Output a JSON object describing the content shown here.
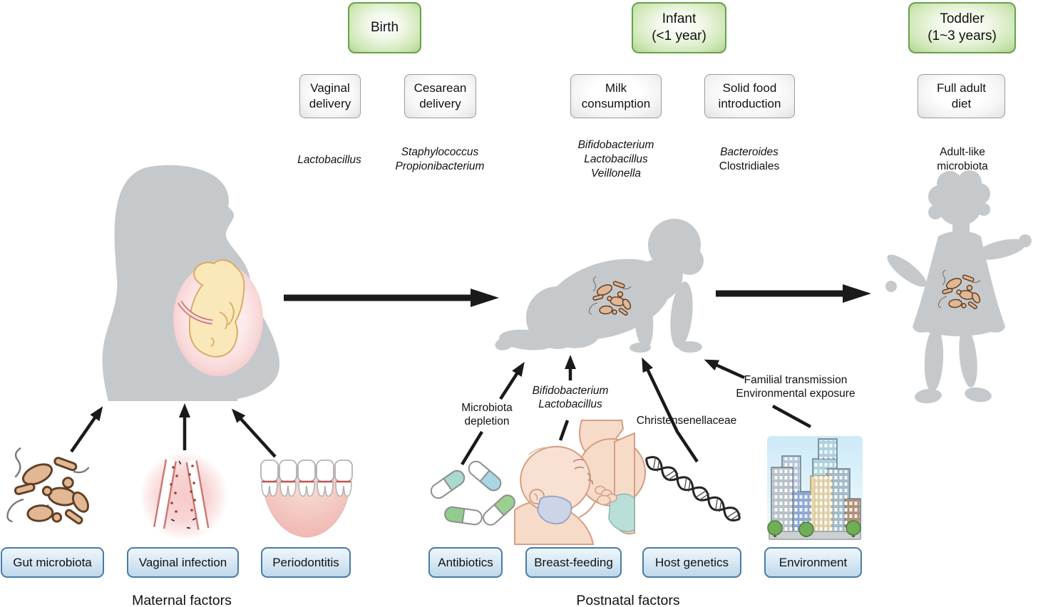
{
  "figure": {
    "stages": {
      "birth": "Birth",
      "infant": "Infant\n(<1 year)",
      "toddler": "Toddler\n(1~3 years)"
    },
    "events": {
      "vaginal_delivery": "Vaginal\ndelivery",
      "cesarean_delivery": "Cesarean\ndelivery",
      "milk_consumption": "Milk\nconsumption",
      "solid_food_introduction": "Solid food\nintroduction",
      "full_adult_diet": "Full adult\ndiet"
    },
    "microbiota_labels": {
      "vaginal_delivery": "Lactobacillus",
      "cesarean_delivery": "Staphylococcus\nPropionibacterium",
      "milk_consumption": "Bifidobacterium\nLactobacillus\nVeillonella",
      "solid_food_italic": "Bacteroides",
      "solid_food_plain": "Clostridiales",
      "toddler": "Adult-like\nmicrobiota"
    },
    "maternal": {
      "caption": "Maternal factors",
      "factors": [
        {
          "label": "Gut microbiota",
          "icon": "gut-microbiota-bacteria"
        },
        {
          "label": "Vaginal infection",
          "icon": "vaginal-infection"
        },
        {
          "label": "Periodontitis",
          "icon": "teeth-and-gums"
        }
      ]
    },
    "postnatal": {
      "caption": "Postnatal factors",
      "factors": [
        {
          "label": "Antibiotics",
          "icon": "capsule-pills",
          "annotation": "Microbiota\ndepletion"
        },
        {
          "label": "Breast-feeding",
          "icon": "nursing-baby",
          "annotation": "Bifidobacterium\nLactobacillus"
        },
        {
          "label": "Host genetics",
          "icon": "dna-helix",
          "annotation": "Christensenellaceae"
        },
        {
          "label": "Environment",
          "icon": "city-buildings",
          "annotation": "Familial transmission\nEnvironmental exposure"
        }
      ]
    },
    "colors": {
      "stage_box_border": "#67a24a",
      "stage_box_fill": "#cfe7b6",
      "event_box_border": "#9b9b9b",
      "factor_box_border": "#4a7ba6",
      "factor_box_fill": "#bed8eb",
      "silhouette_gray": "#c6c9cb",
      "arrow_black": "#1a1a1a",
      "microbe_tan": "#e2b793",
      "womb_pink": "#f6caca",
      "fetus_cream": "#fbe8ba"
    }
  }
}
